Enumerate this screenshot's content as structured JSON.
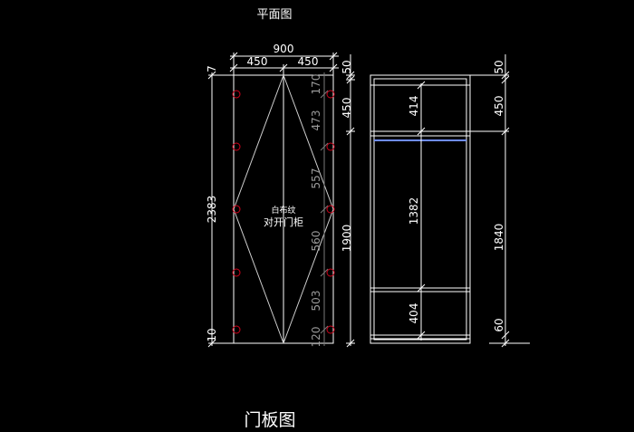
{
  "titles": {
    "plan": "平面图",
    "door": "门板图"
  },
  "door_panel": {
    "width_total": "900",
    "width_left": "450",
    "width_right": "450",
    "left_height_total": "2383",
    "left_top_small": "7",
    "left_bottom_small": "10",
    "hinge_spacing": [
      "170",
      "473",
      "557",
      "560",
      "503",
      "120"
    ],
    "note_line1": "白布纹",
    "note_line2": "对开门柜"
  },
  "between_dims": {
    "top": "50",
    "upper": "450",
    "lower": "1900"
  },
  "cabinet": {
    "upper_inner": "414",
    "middle_inner": "1382",
    "bottom_inner": "404",
    "right_top": "50",
    "right_upper": "450",
    "right_lower": "1840",
    "right_plinth": "60"
  },
  "colors": {
    "background": "#000000",
    "lines": "#ffffff",
    "hinge": "#d0021b",
    "secondary_text": "#9a9a9a"
  }
}
